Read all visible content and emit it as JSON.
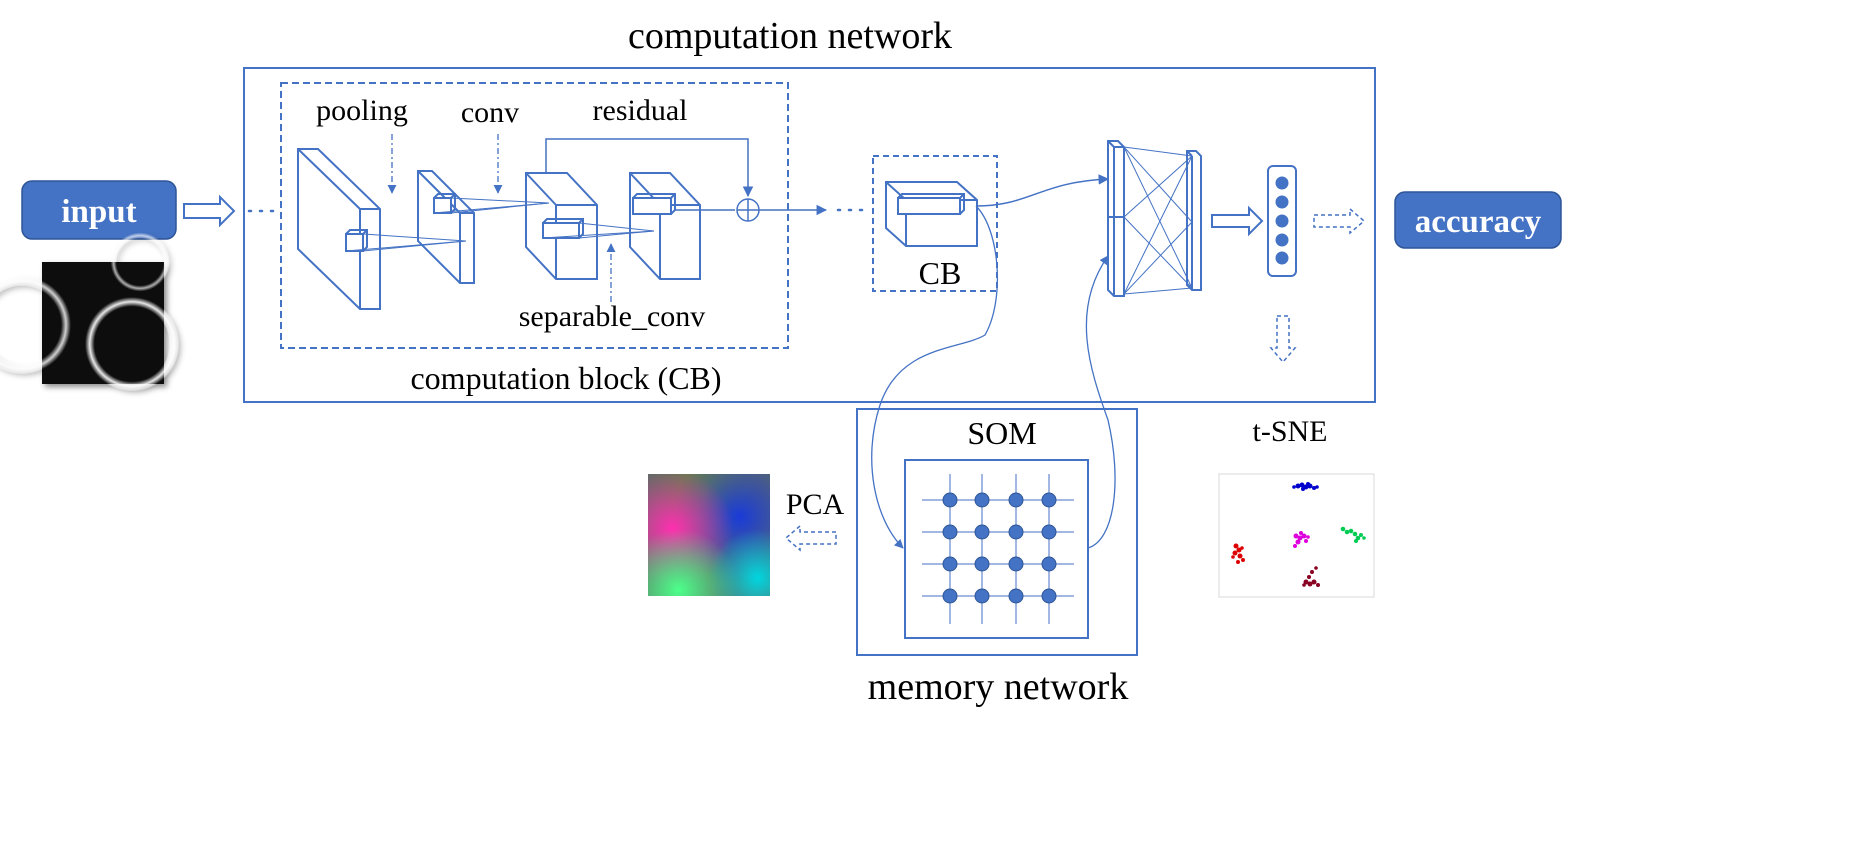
{
  "labels": {
    "computation_network": "computation network",
    "computation_block": "computation block (CB)",
    "pooling": "pooling",
    "conv": "conv",
    "residual": "residual",
    "separable_conv": "separable_conv",
    "cb": "CB",
    "som": "SOM",
    "memory_network": "memory network",
    "pca": "PCA",
    "tsne": "t-SNE"
  },
  "nodes": {
    "input": "input",
    "accuracy": "accuracy"
  },
  "colors": {
    "accent": "#4472c4",
    "pill": "#4472c4",
    "node_fill": "#4472c4"
  },
  "tsne_clusters": [
    {
      "color": "#0000cc"
    },
    {
      "color": "#dd00dd"
    },
    {
      "color": "#00cc55"
    },
    {
      "color": "#dd0000"
    },
    {
      "color": "#880022"
    }
  ]
}
